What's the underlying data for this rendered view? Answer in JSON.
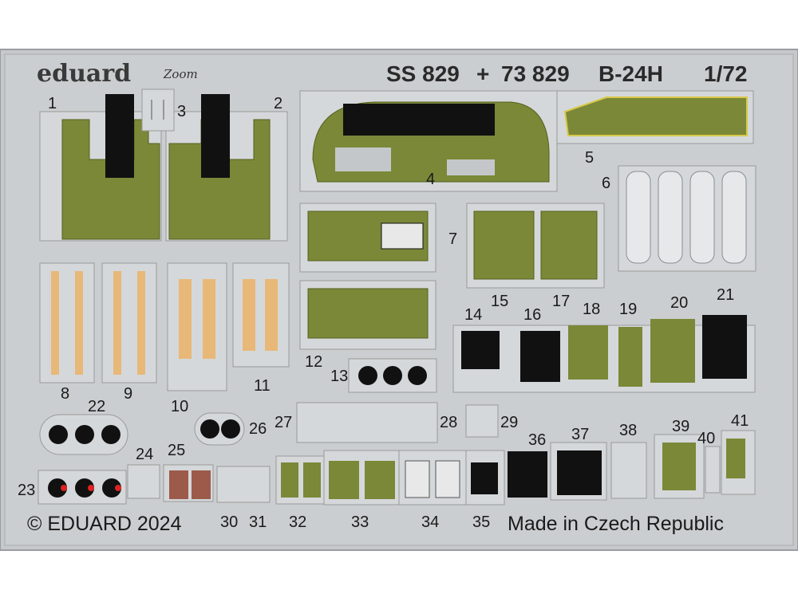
{
  "header": {
    "brand": "eduard",
    "brand_logo_text": "Zoom",
    "set_code": "SS 829",
    "plus": "+",
    "set_code_2": "73 829",
    "model": "B-24H",
    "scale": "1/72"
  },
  "footer": {
    "copyright": "© EDUARD 2024",
    "origin": "Made in Czech Republic"
  },
  "part_numbers": [
    "1",
    "2",
    "3",
    "4",
    "5",
    "6",
    "7",
    "8",
    "9",
    "10",
    "11",
    "12",
    "13",
    "14",
    "15",
    "16",
    "17",
    "18",
    "19",
    "20",
    "21",
    "22",
    "23",
    "24",
    "25",
    "26",
    "27",
    "28",
    "29",
    "30",
    "31",
    "32",
    "33",
    "34",
    "35",
    "36",
    "37",
    "38",
    "39",
    "40",
    "41"
  ],
  "colors": {
    "fret": "#c8cbcd",
    "olive": "#7c8a3a",
    "tan": "#e8b878",
    "black": "#111111",
    "brown": "#9b5a4a",
    "yellow_outline": "#d9c94a"
  }
}
